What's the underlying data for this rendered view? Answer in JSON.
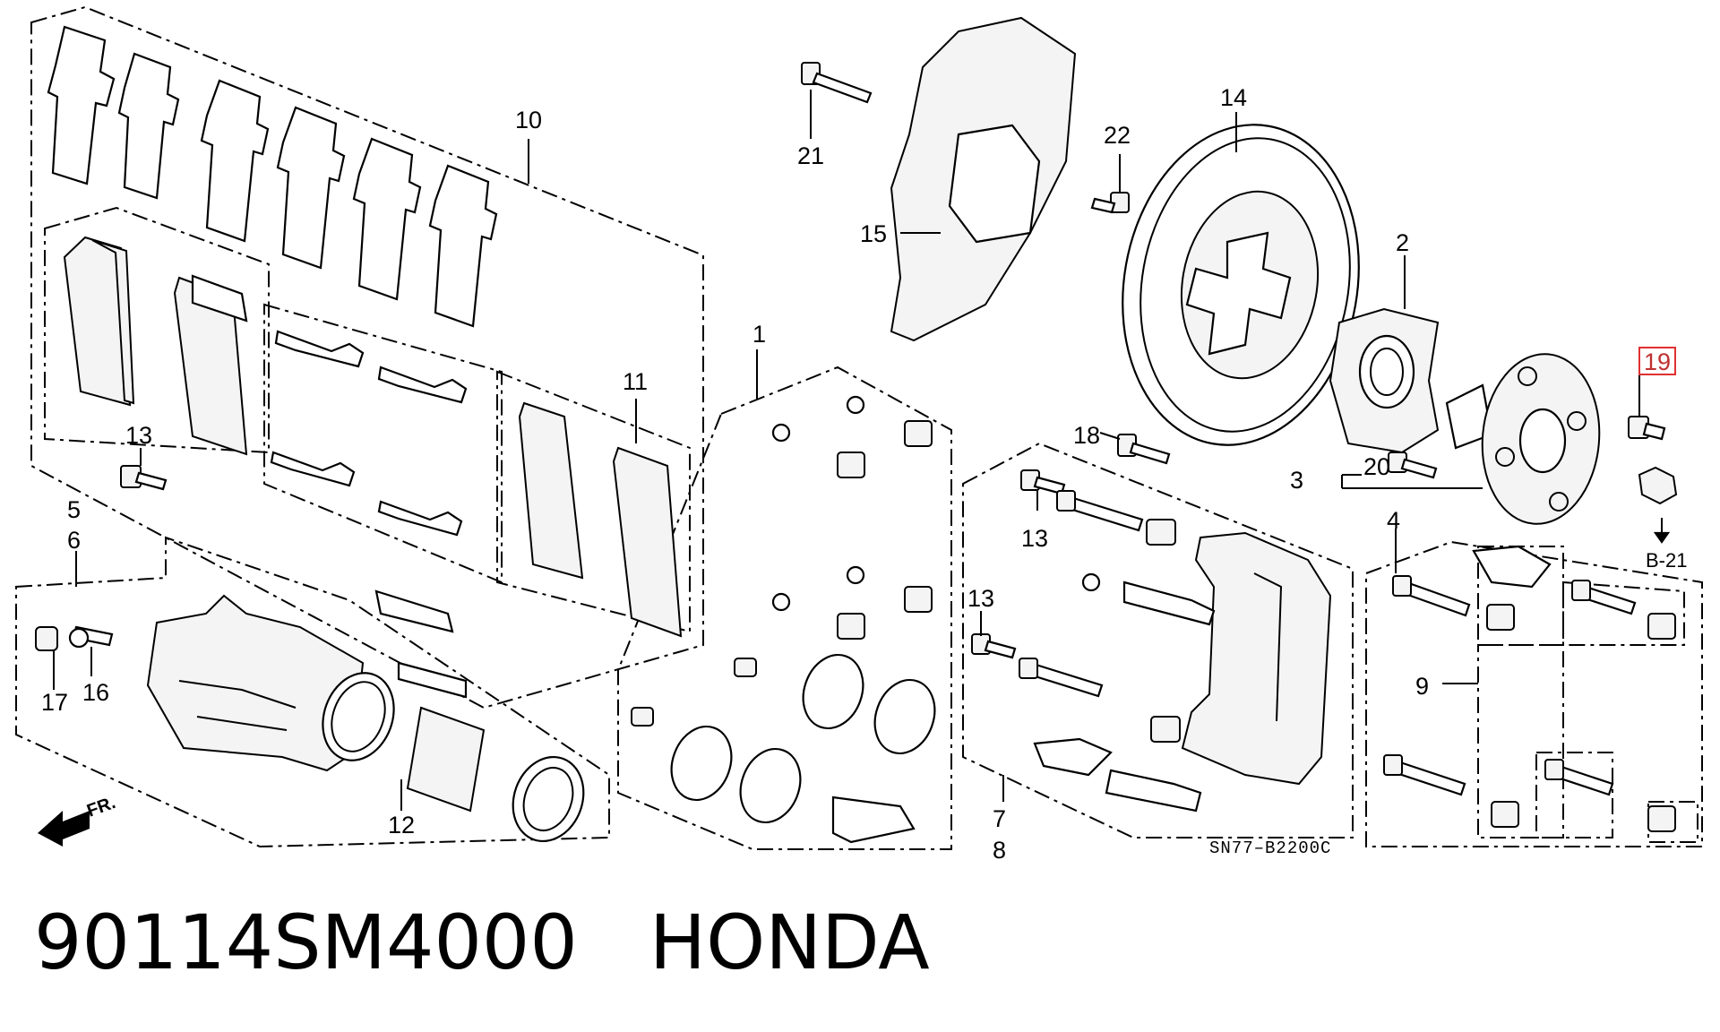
{
  "caption": {
    "part_number": "90114SM4000",
    "brand": "HONDA"
  },
  "diagram_code": "SN77–B2200C",
  "direction_label": "FR.",
  "reference_label": "B-21",
  "highlighted_callout": "19",
  "callouts": {
    "c1": "1",
    "c2": "2",
    "c3": "3",
    "c4": "4",
    "c5": "5",
    "c6": "6",
    "c7": "7",
    "c8": "8",
    "c9": "9",
    "c10": "10",
    "c11": "11",
    "c12": "12",
    "c13a": "13",
    "c13b": "13",
    "c13c": "13",
    "c14": "14",
    "c15": "15",
    "c16": "16",
    "c17": "17",
    "c18": "18",
    "c19": "19",
    "c20": "20",
    "c21": "21",
    "c22": "22"
  }
}
